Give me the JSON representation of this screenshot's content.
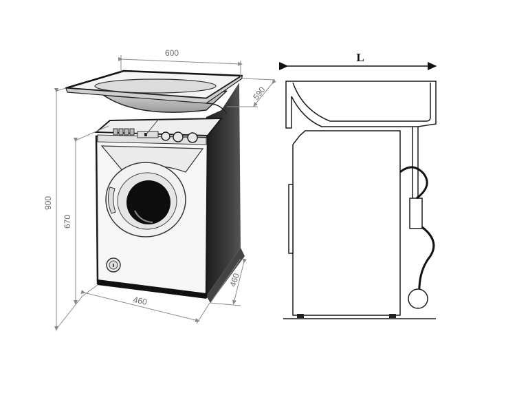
{
  "diagram": {
    "title": "",
    "perspective_view": {
      "description": "Compact washing machine installed under a sink (isometric)",
      "dimensions": {
        "sink_width": "600",
        "sink_depth": "590",
        "total_height": "900",
        "machine_height": "670",
        "machine_width": "460",
        "machine_depth": "460"
      }
    },
    "side_view": {
      "description": "Side elevation of washing machine with sink above, drain hose and siphon",
      "dimensions": {
        "sink_length": "L"
      }
    },
    "colors": {
      "line": "#1a1a1a",
      "dimension_line": "#8a8a8a",
      "dimension_text": "#6a6a6a",
      "machine_shadow": "#2a2a2a",
      "background": "#ffffff"
    }
  }
}
